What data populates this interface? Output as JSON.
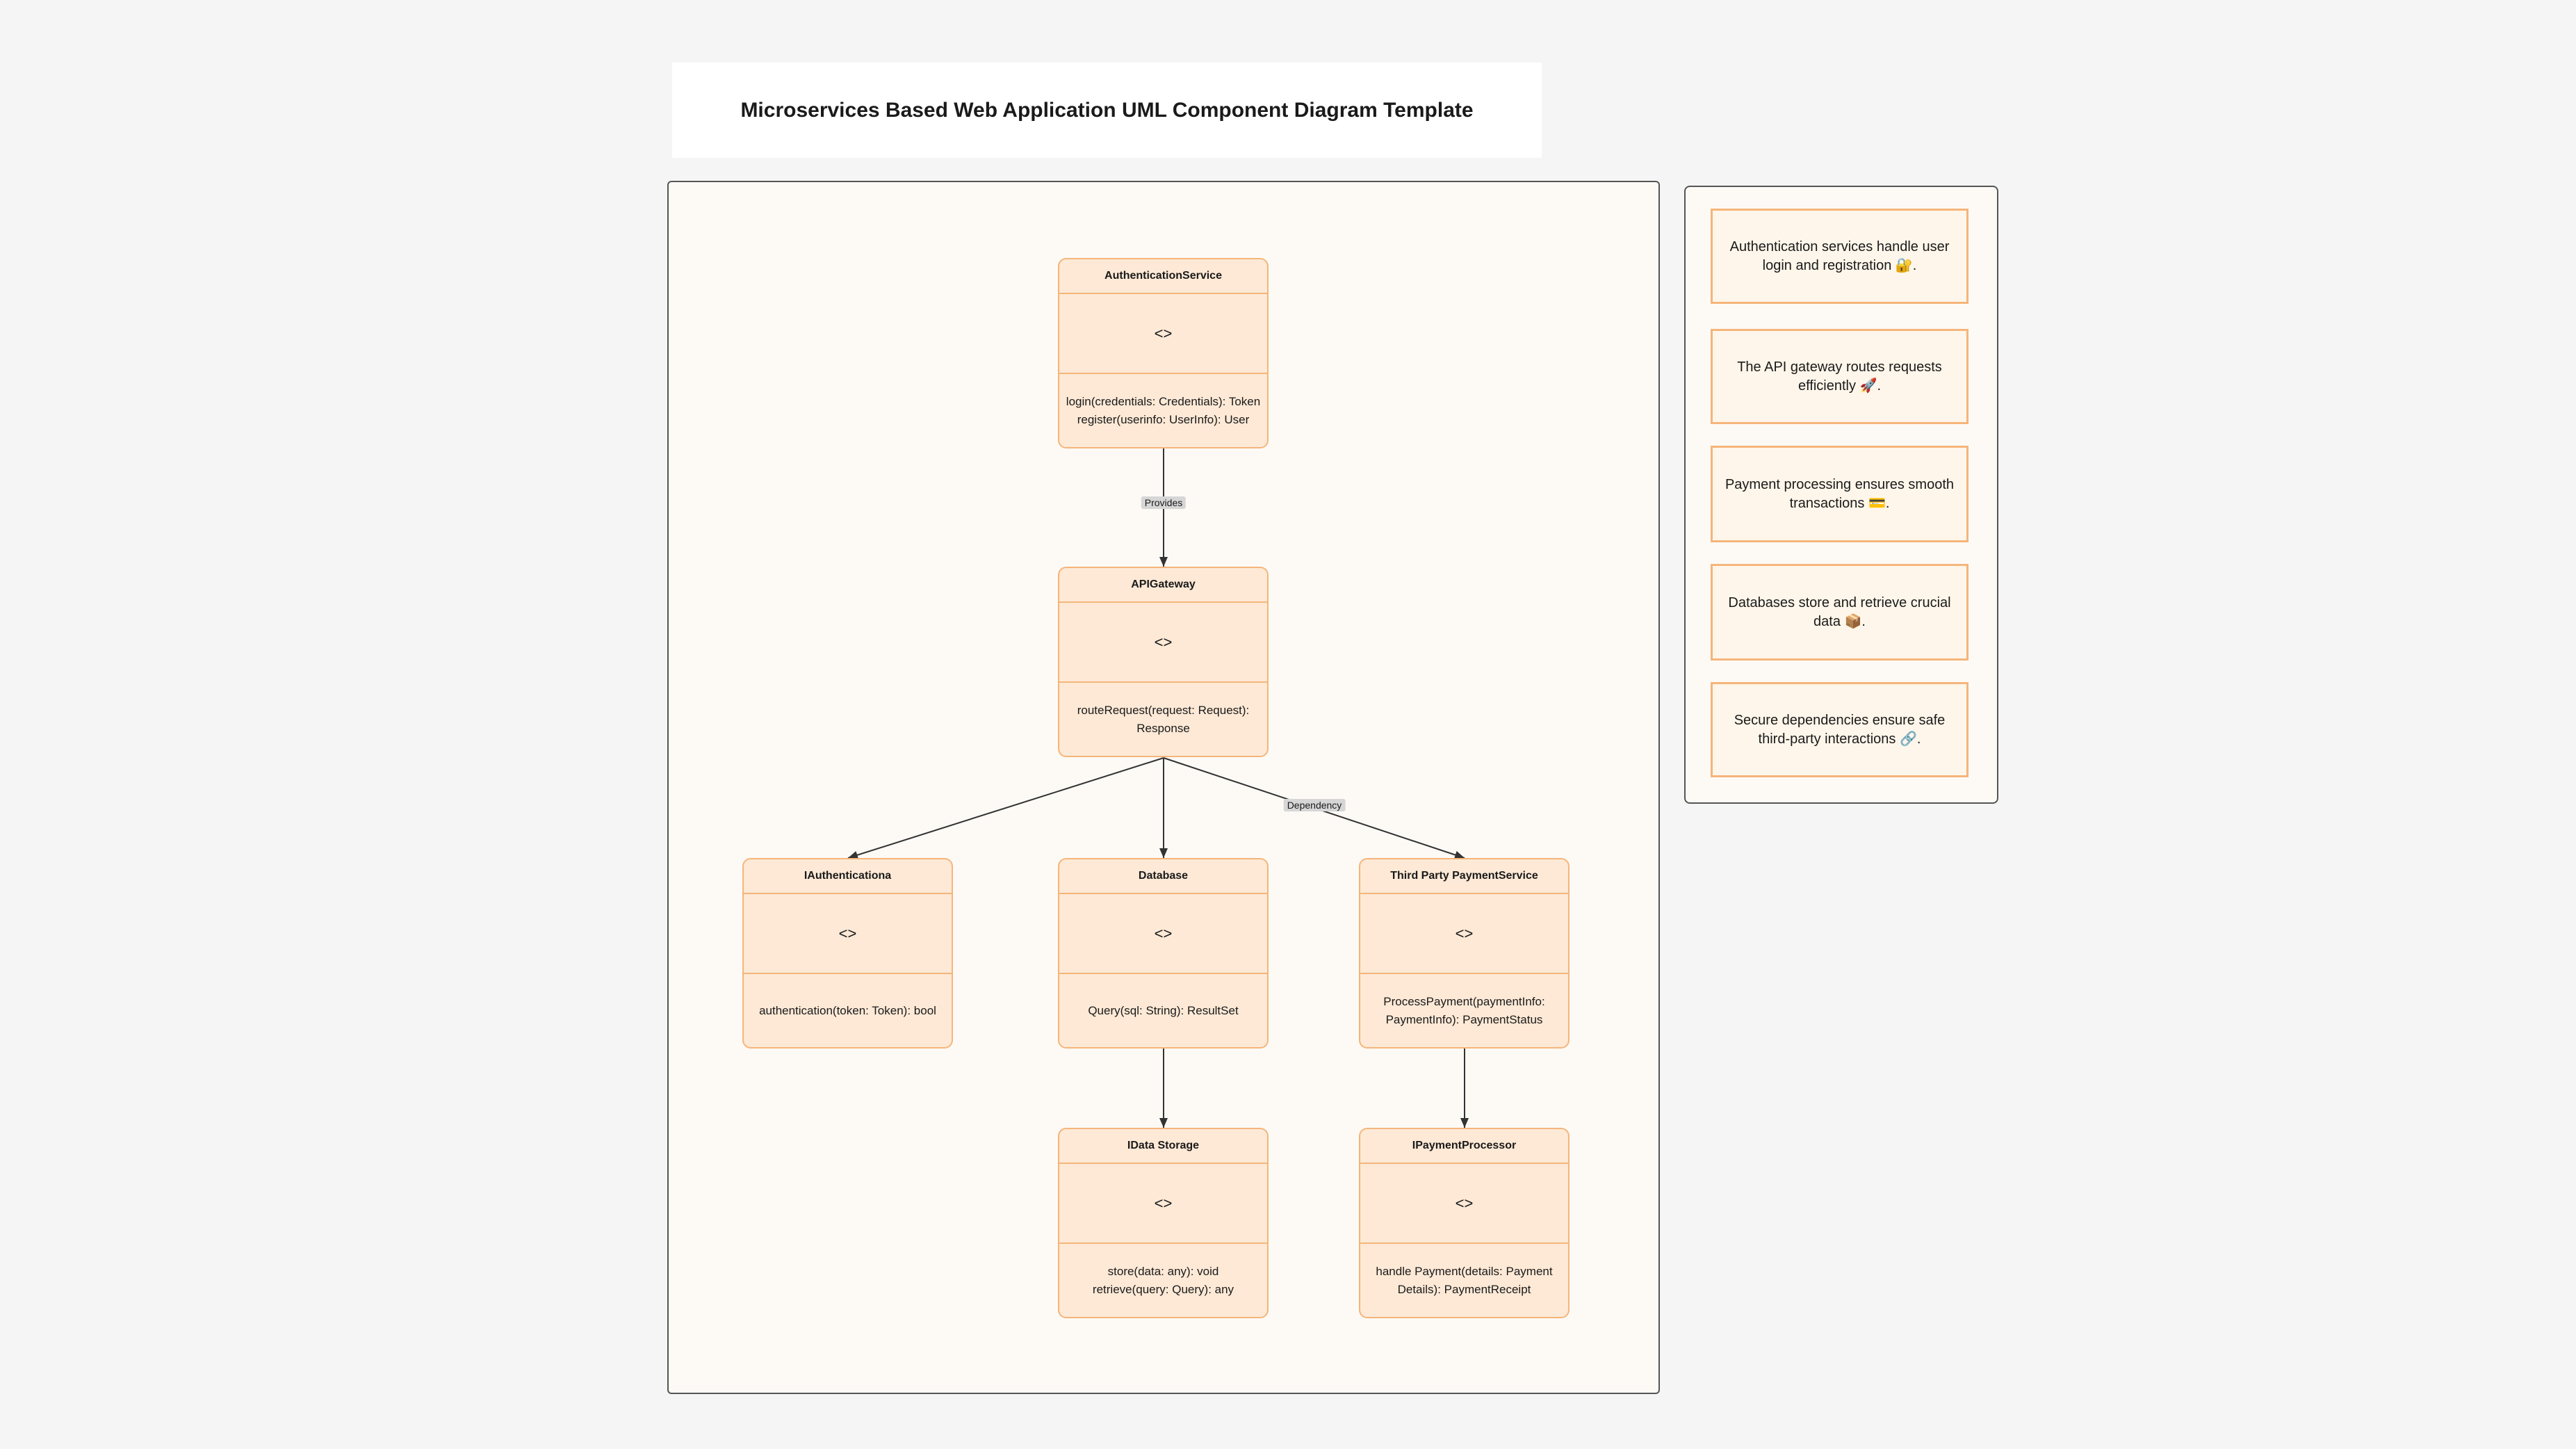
{
  "title": "Microservices Based Web Application UML Component Diagram Template",
  "components": [
    {
      "id": "auth",
      "name": "AuthenticationService",
      "stereotype": "<>",
      "operations": [
        "login(credentials: Credentials): Token",
        "register(userinfo: UserInfo): User"
      ]
    },
    {
      "id": "gateway",
      "name": "APIGateway",
      "stereotype": "<>",
      "operations": [
        "routeRequest(request: Request):",
        "Response"
      ]
    },
    {
      "id": "iauth",
      "name": "IAuthenticationa",
      "stereotype": "<>",
      "operations": [
        "authentication(token: Token): bool"
      ]
    },
    {
      "id": "db",
      "name": "Database",
      "stereotype": "<>",
      "operations": [
        "Query(sql: String): ResultSet"
      ]
    },
    {
      "id": "payment",
      "name": "Third Party PaymentService",
      "stereotype": "<>",
      "operations": [
        "ProcessPayment(paymentInfo:",
        "PaymentInfo): PaymentStatus"
      ]
    },
    {
      "id": "storage",
      "name": "IData Storage",
      "stereotype": "<>",
      "operations": [
        "store(data: any): void",
        "retrieve(query: Query): any"
      ]
    },
    {
      "id": "processor",
      "name": "IPaymentProcessor",
      "stereotype": "<>",
      "operations": [
        "handle Payment(details: Payment",
        "Details): PaymentReceipt"
      ]
    }
  ],
  "edges": [
    {
      "from": "auth",
      "to": "gateway",
      "label": "Provides"
    },
    {
      "from": "gateway",
      "to": "iauth",
      "label": ""
    },
    {
      "from": "gateway",
      "to": "db",
      "label": ""
    },
    {
      "from": "gateway",
      "to": "payment",
      "label": "Dependency"
    },
    {
      "from": "db",
      "to": "storage",
      "label": ""
    },
    {
      "from": "payment",
      "to": "processor",
      "label": ""
    }
  ],
  "notes": [
    "Authentication services handle user login and registration 🔐.",
    "The API gateway routes requests efficiently 🚀.",
    "Payment processing ensures smooth transactions 💳.",
    "Databases store and retrieve crucial data 📦.",
    "Secure dependencies ensure safe third-party interactions 🔗."
  ],
  "colors": {
    "component_fill": "#fde9d6",
    "component_border": "#f5b57a",
    "note_fill": "#fef6ea",
    "frame_border": "#555555"
  }
}
